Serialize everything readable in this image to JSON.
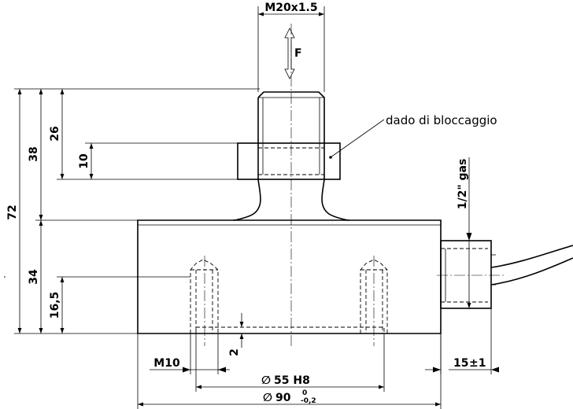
{
  "drawing": {
    "thread_top": "M20x1.5",
    "force": "F",
    "lock_nut_note": "dado di bloccaggio",
    "gas_fitting": "1/2\" gas",
    "dim_total_height": "72",
    "dim_upper_height": "38",
    "dim_thread_length": "26",
    "dim_nut_height": "10",
    "dim_base_height": "34",
    "dim_hole_depth": "16,5",
    "dim_gap": "2",
    "dim_hole_thread": "M10",
    "dim_inner_diameter": "55 H8",
    "dim_outer_diameter": "90",
    "tol_upper": "0",
    "tol_lower": "-0,2",
    "dim_fitting_length": "15",
    "tol_fitting": "±1",
    "diameter_symbol": "∅"
  }
}
